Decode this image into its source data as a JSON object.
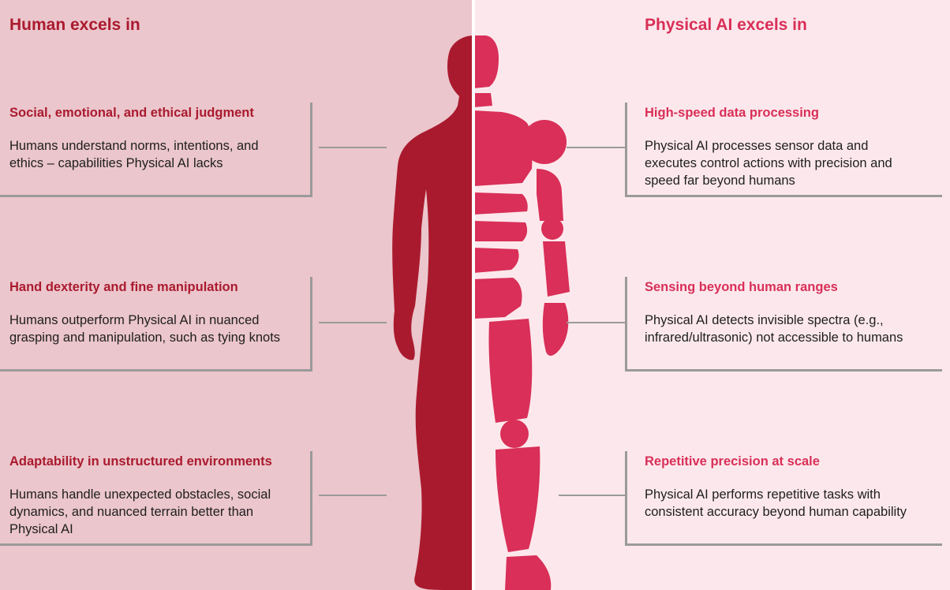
{
  "colors": {
    "left_bg": "#ebc6cc",
    "right_bg": "#fce8ec",
    "human_accent": "#aa1a2e",
    "ai_accent": "#d92f58",
    "rule": "#9a9a9a"
  },
  "human": {
    "heading": "Human excels in",
    "items": [
      {
        "title": "Social, emotional, and ethical judgment",
        "description": "Humans understand norms, intentions, and ethics – capabilities Physical AI lacks"
      },
      {
        "title": "Hand dexterity and fine manipulation",
        "description": "Humans outperform Physical AI in nuanced grasping and manipulation, such as tying knots"
      },
      {
        "title": "Adaptability in unstructured environments",
        "description": "Humans handle unexpected obstacles, social dynamics, and nuanced terrain better than Physical AI"
      }
    ]
  },
  "ai": {
    "heading": "Physical AI excels in",
    "items": [
      {
        "title": "High-speed data processing",
        "description": "Physical AI processes sensor data and executes control actions with precision and speed far beyond humans"
      },
      {
        "title": "Sensing beyond human ranges",
        "description": "Physical AI detects invisible spectra (e.g., infrared/ultrasonic) not accessible to humans"
      },
      {
        "title": "Repetitive precision at scale",
        "description": "Physical AI performs repetitive tasks with consistent accuracy beyond human capability"
      }
    ]
  },
  "figure": {
    "human_half_icon": "human-silhouette-icon",
    "robot_half_icon": "humanoid-robot-icon"
  }
}
